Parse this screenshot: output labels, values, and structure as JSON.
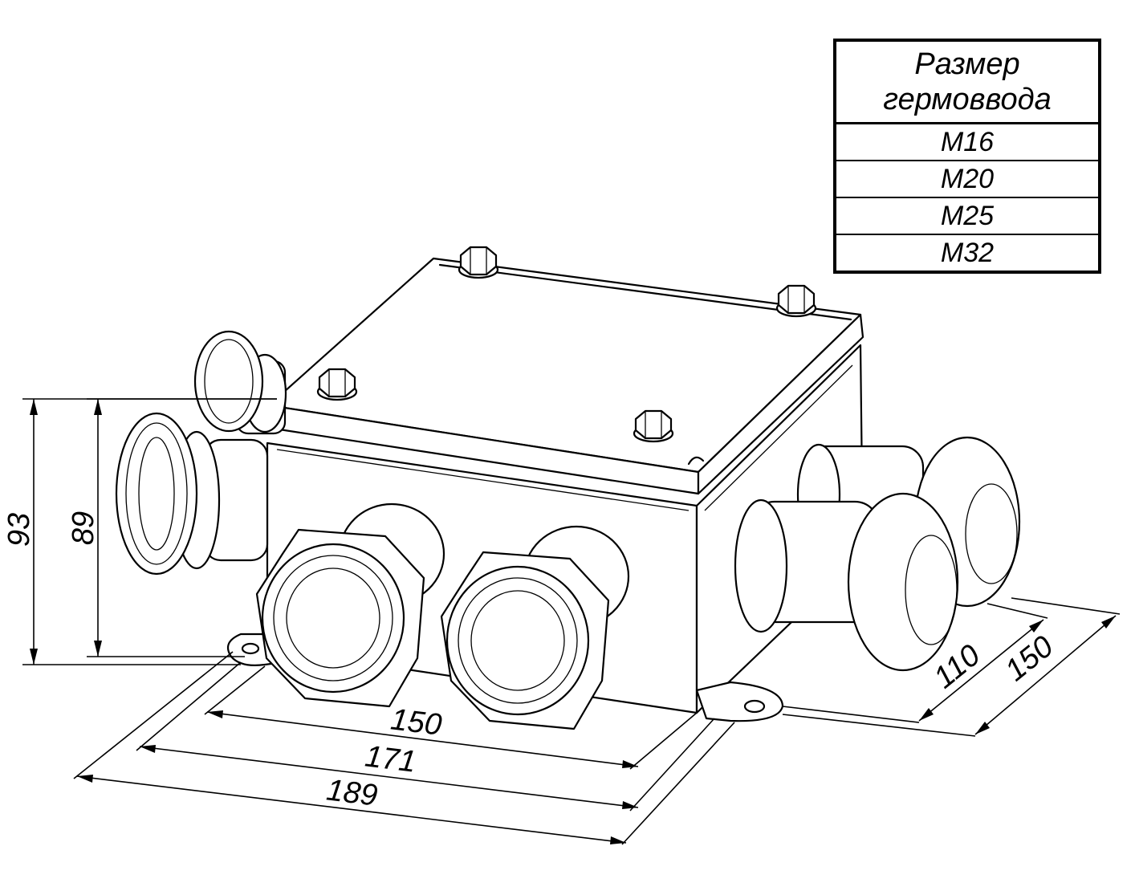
{
  "table": {
    "header_line1": "Размер",
    "header_line2": "гермоввода",
    "rows": [
      "M16",
      "M20",
      "M25",
      "M32"
    ]
  },
  "dimensions": {
    "height_outer": "93",
    "height_inner": "89",
    "width_inner": "150",
    "width_mid": "171",
    "width_outer": "189",
    "depth_inner": "110",
    "depth_outer": "150"
  },
  "colors": {
    "line": "#000000",
    "background": "#ffffff"
  }
}
